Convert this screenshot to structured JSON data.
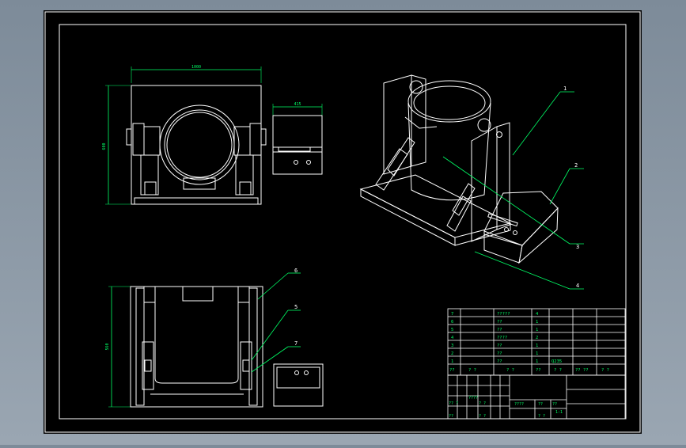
{
  "drawing": {
    "dimensions": {
      "top_width": "1000",
      "top_height": "600",
      "box_width": "415",
      "front_height": "560"
    },
    "balloons": [
      "1",
      "2",
      "3",
      "4",
      "6",
      "5",
      "7"
    ],
    "bom": {
      "rows": [
        {
          "no": "7",
          "code": "",
          "name": "?????",
          "qty": "4",
          "mat": ""
        },
        {
          "no": "6",
          "code": "",
          "name": "??",
          "qty": "1",
          "mat": ""
        },
        {
          "no": "5",
          "code": "",
          "name": "??",
          "qty": "1",
          "mat": ""
        },
        {
          "no": "4",
          "code": "",
          "name": "????",
          "qty": "2",
          "mat": ""
        },
        {
          "no": "3",
          "code": "",
          "name": "??",
          "qty": "1",
          "mat": ""
        },
        {
          "no": "2",
          "code": "",
          "name": "??",
          "qty": "1",
          "mat": ""
        },
        {
          "no": "1",
          "code": "",
          "name": "??",
          "qty": "1",
          "mat": "Q235"
        }
      ],
      "header": [
        "??",
        "? ?",
        "? ?",
        "??",
        "? ?",
        "?? ??",
        "? ?"
      ]
    },
    "title_block": {
      "cells": [
        "????",
        "?? ?",
        "? ?",
        "????",
        "??",
        "??",
        "1:1",
        "??",
        "? ?",
        "? ?"
      ]
    }
  }
}
